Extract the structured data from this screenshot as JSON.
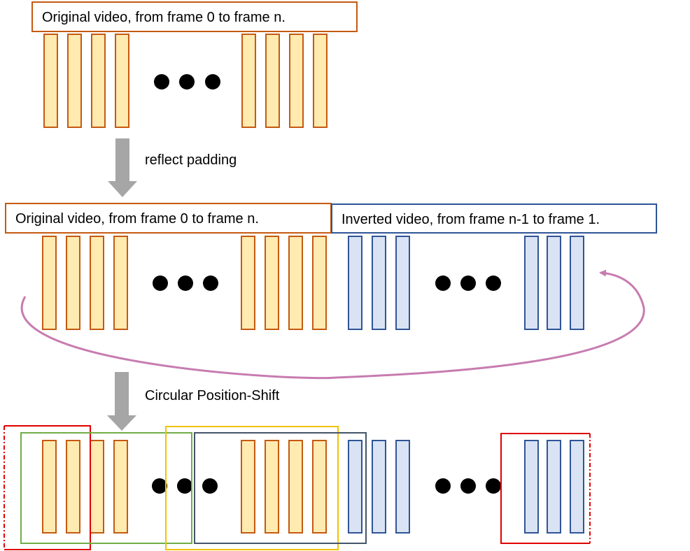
{
  "labels": {
    "original_top": "Original video, from frame 0 to frame n.",
    "reflect_padding": "reflect padding",
    "original_mid": "Original video, from frame 0 to frame n.",
    "inverted_mid": "Inverted video, from frame n-1 to frame 1.",
    "circular_shift": "Circular Position-Shift"
  },
  "colors": {
    "orange_frame_fill": "#FFEAB0",
    "orange_frame_stroke": "#C55A11",
    "blue_frame_fill": "#DAE3F3",
    "blue_frame_stroke": "#2F5597",
    "label_orange_border": "#C55A11",
    "label_blue_border": "#2F5597",
    "down_arrow": "#A6A6A6",
    "circular_arrow": "#C77CB0",
    "window_red": "#E00000",
    "window_green": "#70AD47",
    "window_yellow": "#F2C200",
    "window_navy": "#44546A",
    "dots": "#000000"
  },
  "icons": {
    "down_arrow_1": "down-arrow-icon",
    "down_arrow_2": "down-arrow-icon",
    "circular_arrow": "circular-arrow-icon"
  }
}
